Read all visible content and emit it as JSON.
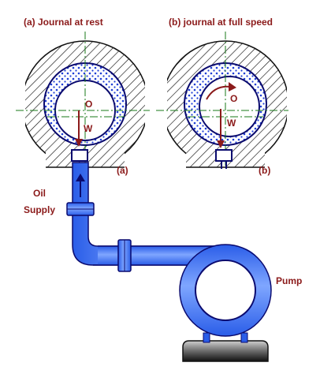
{
  "titles": {
    "left": "(a) Journal at rest",
    "right": "(b) journal at full speed"
  },
  "labels": {
    "left_tag": "(a)",
    "right_tag": "(b)",
    "center_left": "O",
    "center_right": "O",
    "weight_left": "W",
    "weight_right": "W",
    "oil_line1": "Oil",
    "oil_line2": "Supply",
    "pump": "Pump"
  },
  "colors": {
    "label": "#8b1a1a",
    "pipe": "#2a5de8",
    "pipe_light": "#6f9bff",
    "outline": "#0a0a6e",
    "dots": "#1f3fd6",
    "centerline": "#1a7a1a",
    "arrow": "#8b1a1a"
  }
}
